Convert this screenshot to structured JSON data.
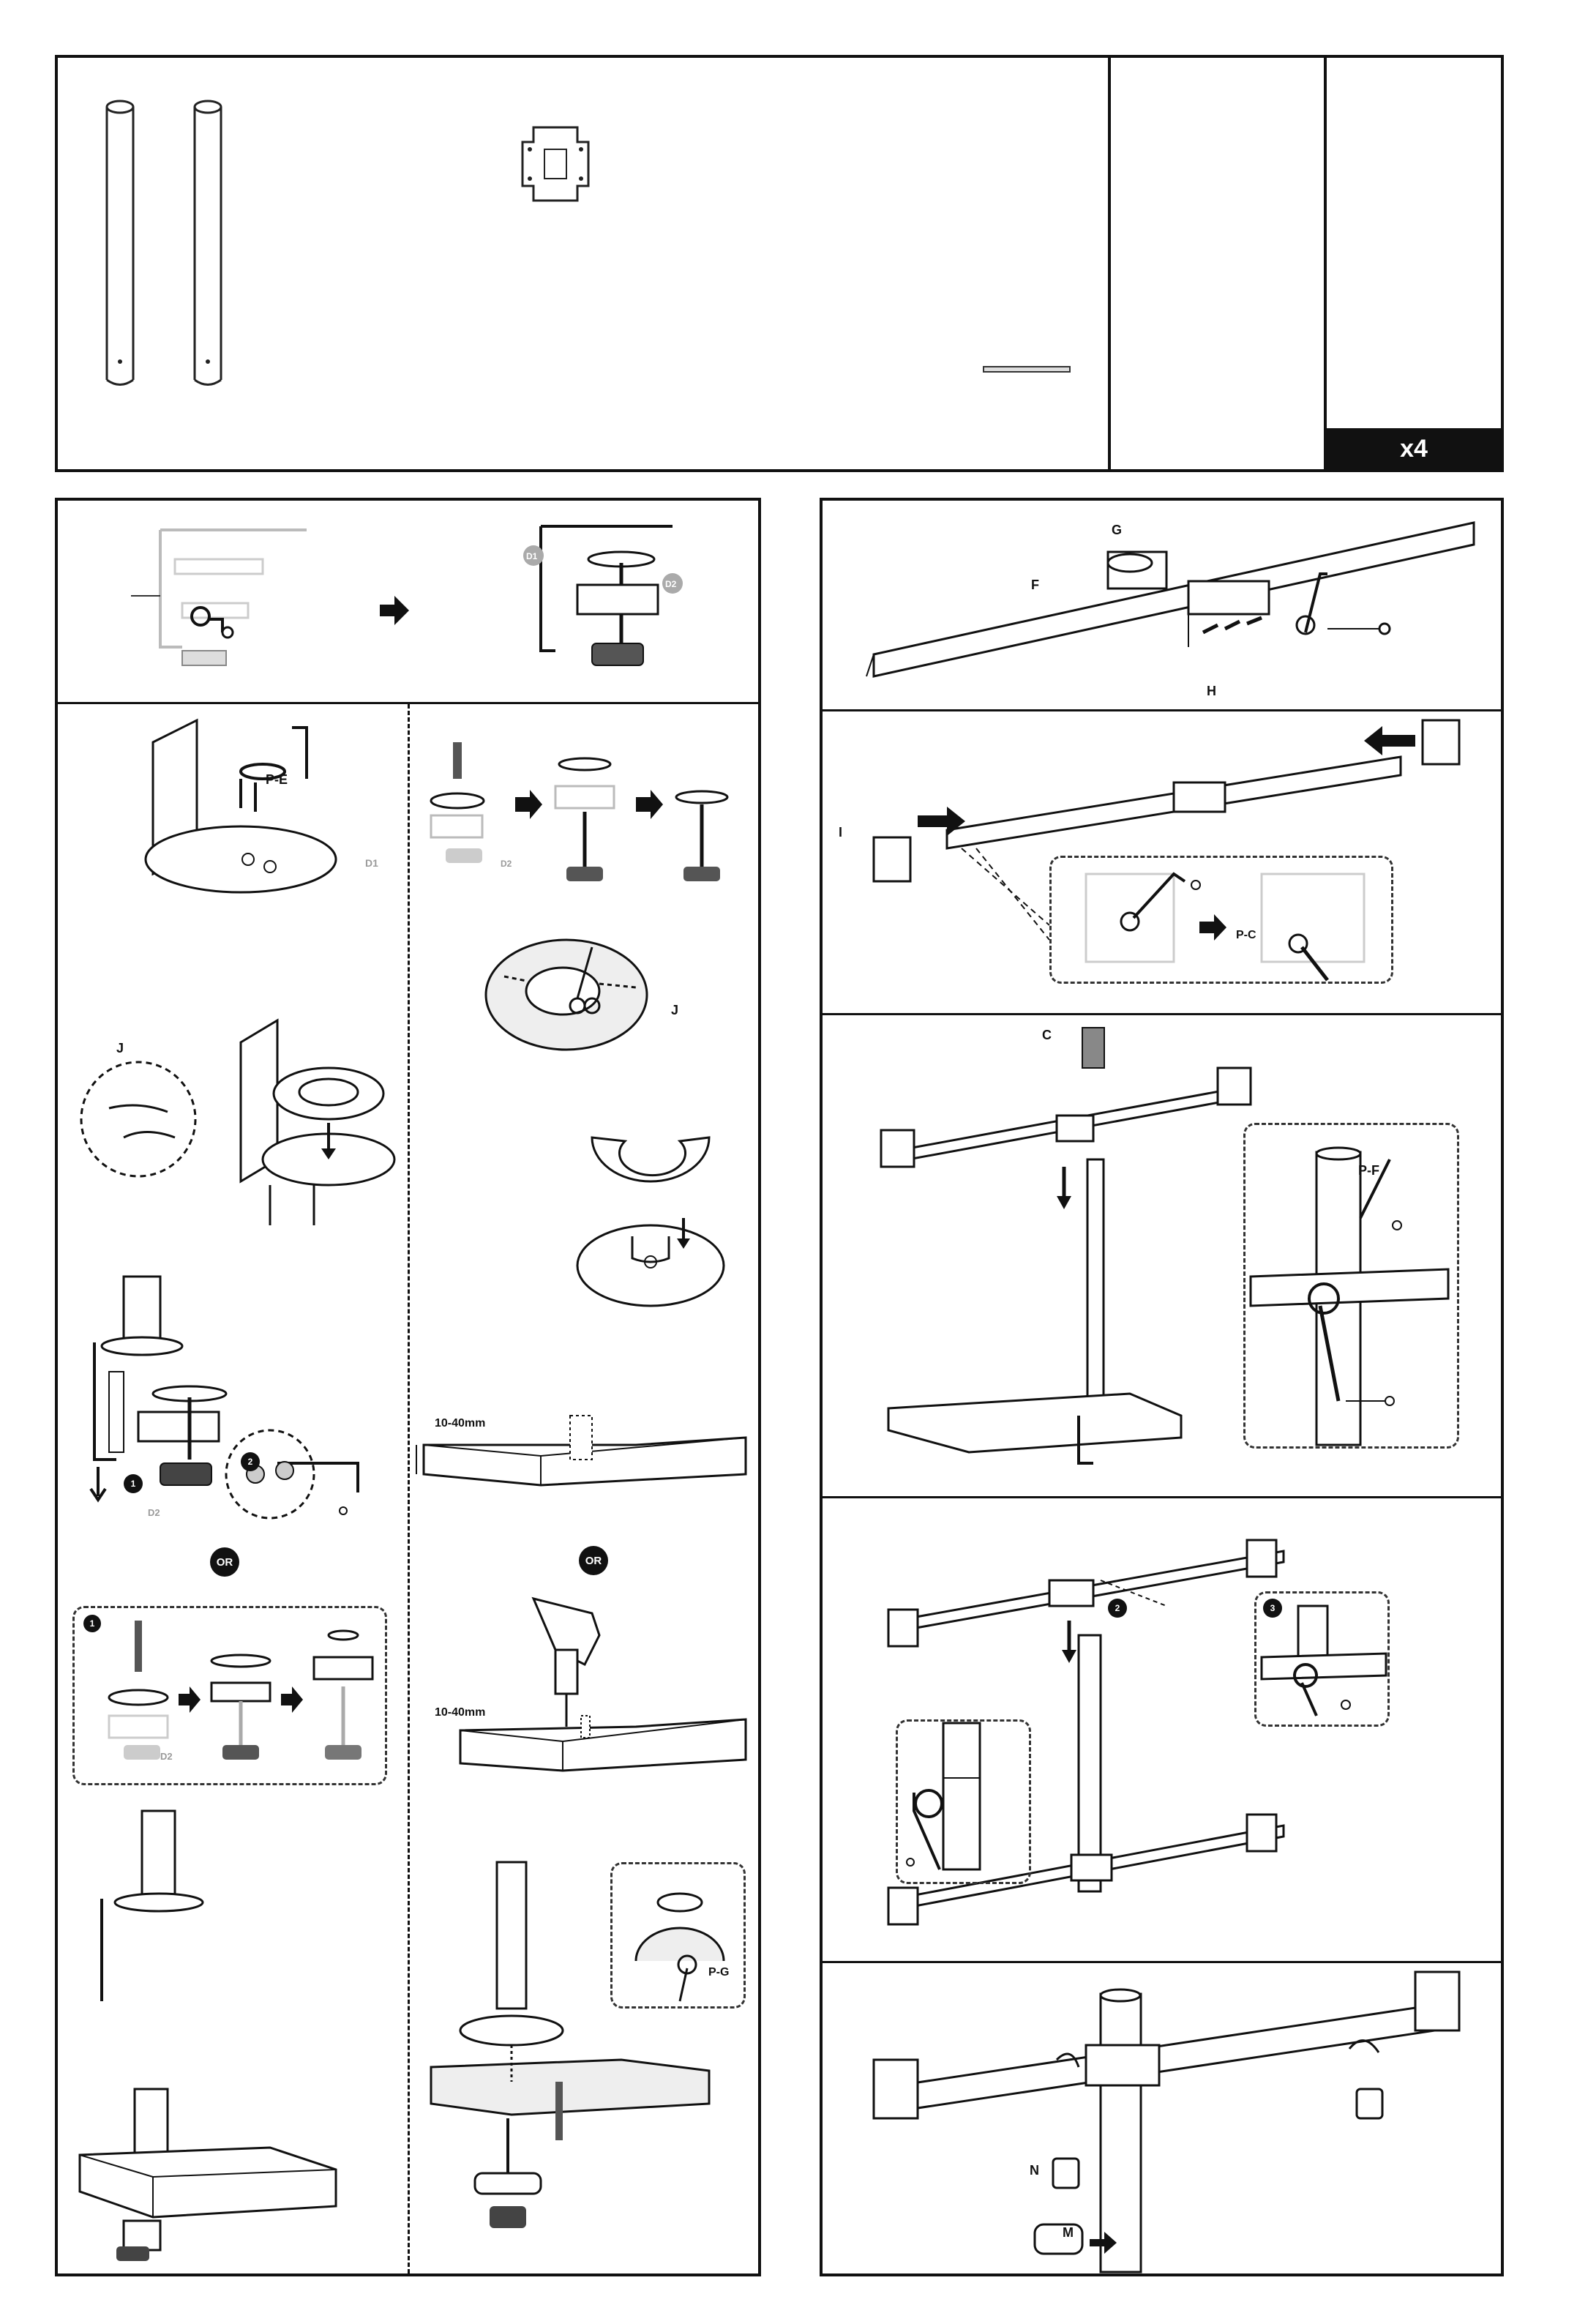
{
  "parts_panel": {
    "quantity_label": "x4"
  },
  "left_panel": {
    "labels": {
      "d1_top": "D1",
      "d2_top": "D2",
      "pe": "P-E",
      "d1_plate": "D1",
      "j_small": "J",
      "j_large": "J",
      "d2_screw": "D2",
      "d2_clamp": "D2",
      "d2_alt": "D2",
      "pg": "P-G",
      "mm_clamp": "10-40mm",
      "mm_grommet": "10-40mm"
    },
    "badges": {
      "step1": "1",
      "step2": "2",
      "alt1": "1",
      "or_left": "OR",
      "or_right": "OR"
    }
  },
  "right_panel": {
    "labels": {
      "g": "G",
      "f": "F",
      "h": "H",
      "i": "I",
      "pc": "P-C",
      "c": "C",
      "pf": "P-F",
      "n": "N",
      "m": "M"
    },
    "badges": {
      "step2": "2",
      "step3": "3"
    }
  }
}
